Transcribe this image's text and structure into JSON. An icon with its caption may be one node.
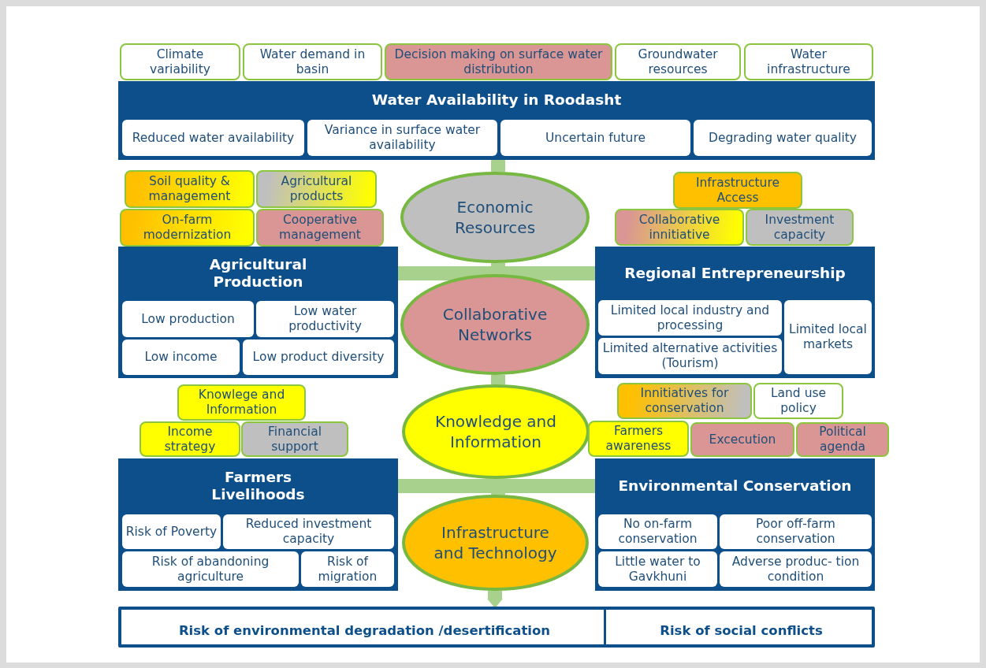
{
  "diagram": {
    "nodes": [
      {
        "text": [
          "Climate variability"
        ]
      },
      {
        "text": [
          "Water demand in basin"
        ]
      },
      {
        "text": [
          "Decision making on surface water distribution"
        ]
      },
      {
        "text": [
          "Groundwater resources"
        ]
      },
      {
        "text": [
          "Water infrastructure"
        ]
      },
      {
        "text": [
          "Water Availability in Roodasht"
        ]
      },
      {
        "text": [
          "Reduced water availability"
        ],
        "in": 5
      },
      {
        "text": [
          "Variance in surface water availability"
        ],
        "in": 5
      },
      {
        "text": [
          "Uncertain future"
        ],
        "in": 5
      },
      {
        "text": [
          "Degrading water quality"
        ],
        "in": 5
      },
      {
        "text": [
          "Soil quality & management"
        ]
      },
      {
        "text": [
          "Agricultural products"
        ]
      },
      {
        "text": [
          "Economic Resources"
        ]
      },
      {
        "text": [
          "Infrastructure Access"
        ]
      },
      {
        "text": [
          "On-farm modernization"
        ]
      },
      {
        "text": [
          "Cooperative management"
        ]
      },
      {
        "text": [
          "Collaborative innitiative"
        ]
      },
      {
        "text": [
          "Investment capacity"
        ]
      },
      {
        "text": [
          "Agricultural Production"
        ]
      },
      {
        "text": [
          "Low production"
        ],
        "in": 18
      },
      {
        "text": [
          "Low water productivity"
        ],
        "in": 18
      },
      {
        "text": [
          "Low income"
        ],
        "in": 18
      },
      {
        "text": [
          "Low product diversity"
        ],
        "in": 18
      },
      {
        "text": [
          "Collaborative Networks"
        ]
      },
      {
        "text": [
          "Regional Entrepreneurship"
        ]
      },
      {
        "text": [
          "Limited local industry and processing"
        ],
        "in": 24
      },
      {
        "text": [
          "Limited local markets"
        ],
        "in": 24
      },
      {
        "text": [
          "Limited alternative activities (Tourism)"
        ],
        "in": 24
      },
      {
        "text": [
          "Knowlege and Information"
        ]
      },
      {
        "text": [
          "Innitiatives for conservation"
        ]
      },
      {
        "text": [
          "Land use policy"
        ]
      },
      {
        "text": [
          "Income strategy"
        ]
      },
      {
        "text": [
          "Financial support"
        ]
      },
      {
        "text": [
          "Knowledge and Information"
        ]
      },
      {
        "text": [
          "Farmers awareness"
        ]
      },
      {
        "text": [
          "Excecution"
        ]
      },
      {
        "text": [
          "Political agenda"
        ]
      },
      {
        "text": [
          "Farmers Livelihoods"
        ]
      },
      {
        "text": [
          "Risk of Poverty"
        ],
        "in": 37
      },
      {
        "text": [
          "Reduced investment capacity"
        ],
        "in": 37
      },
      {
        "text": [
          "Risk of abandoning agriculture"
        ],
        "in": 37
      },
      {
        "text": [
          "Risk of migration"
        ],
        "in": 37
      },
      {
        "text": [
          "Infrastructure and Technology"
        ]
      },
      {
        "text": [
          "Environmental Conservation"
        ]
      },
      {
        "text": [
          "No on-farm conservation"
        ],
        "in": 43
      },
      {
        "text": [
          "Poor off-farm conservation"
        ],
        "in": 43
      },
      {
        "text": [
          "Little water to Gavkhuni"
        ],
        "in": 43
      },
      {
        "text": [
          "Adverse produc- tion condition"
        ],
        "in": 43
      },
      {
        "text": [],
        "shape": "box"
      },
      {
        "text": [
          "Risk of environmental degradation /desertification"
        ],
        "in": 48
      },
      {
        "text": [
          "Risk of social conflicts"
        ],
        "in": 48
      }
    ],
    "edges": [
      {
        "from": 5,
        "to": 12,
        "arrow": "none"
      },
      {
        "from": 12,
        "to": 23,
        "arrow": "none"
      },
      {
        "from": 23,
        "to": 33,
        "arrow": "none"
      },
      {
        "from": 33,
        "to": 42,
        "arrow": "none"
      },
      {
        "from": 42,
        "to": 48,
        "arrow": "to"
      },
      {
        "from": 18,
        "to": 24,
        "arrow": "none"
      },
      {
        "from": 37,
        "to": 43,
        "arrow": "none"
      }
    ]
  }
}
